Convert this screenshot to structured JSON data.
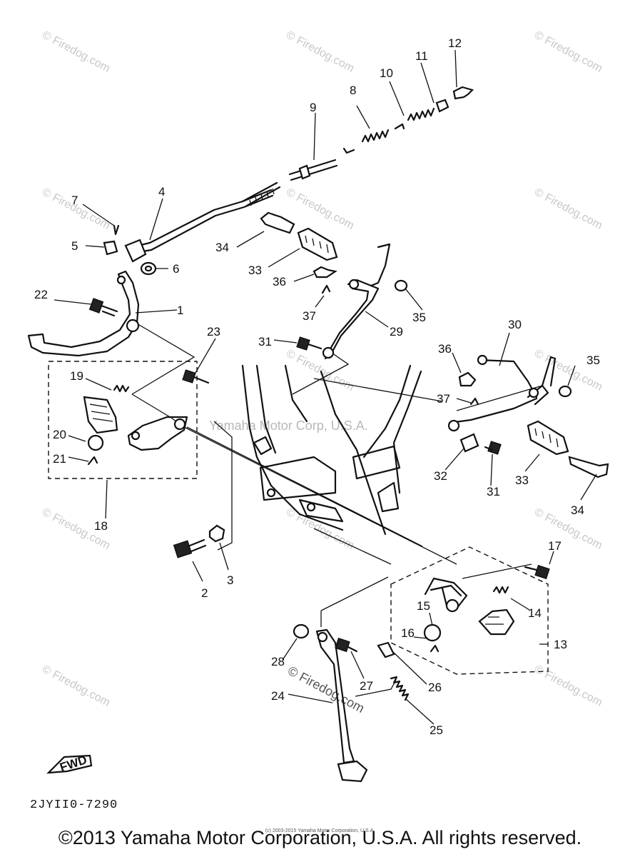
{
  "watermarks": {
    "site": "© Firedog.com",
    "center": "Yamaha Motor Corp, U.S.A.",
    "inline": "© Firedog.com"
  },
  "callouts": [
    {
      "id": "1",
      "text": "1"
    },
    {
      "id": "2",
      "text": "2"
    },
    {
      "id": "3",
      "text": "3"
    },
    {
      "id": "4",
      "text": "4"
    },
    {
      "id": "5",
      "text": "5"
    },
    {
      "id": "6",
      "text": "6"
    },
    {
      "id": "7",
      "text": "7"
    },
    {
      "id": "8",
      "text": "8"
    },
    {
      "id": "9",
      "text": "9"
    },
    {
      "id": "10",
      "text": "10"
    },
    {
      "id": "11",
      "text": "11"
    },
    {
      "id": "12",
      "text": "12"
    },
    {
      "id": "13",
      "text": "13"
    },
    {
      "id": "14",
      "text": "14"
    },
    {
      "id": "15",
      "text": "15"
    },
    {
      "id": "16",
      "text": "16"
    },
    {
      "id": "17",
      "text": "17"
    },
    {
      "id": "18",
      "text": "18"
    },
    {
      "id": "19",
      "text": "19"
    },
    {
      "id": "20",
      "text": "20"
    },
    {
      "id": "21",
      "text": "21"
    },
    {
      "id": "22",
      "text": "22"
    },
    {
      "id": "23",
      "text": "23"
    },
    {
      "id": "24",
      "text": "24"
    },
    {
      "id": "25",
      "text": "25"
    },
    {
      "id": "26",
      "text": "26"
    },
    {
      "id": "27",
      "text": "27"
    },
    {
      "id": "28",
      "text": "28"
    },
    {
      "id": "29",
      "text": "29"
    },
    {
      "id": "30",
      "text": "30"
    },
    {
      "id": "31a",
      "text": "31"
    },
    {
      "id": "31b",
      "text": "31"
    },
    {
      "id": "32",
      "text": "32"
    },
    {
      "id": "33a",
      "text": "33"
    },
    {
      "id": "33b",
      "text": "33"
    },
    {
      "id": "34a",
      "text": "34"
    },
    {
      "id": "34b",
      "text": "34"
    },
    {
      "id": "35a",
      "text": "35"
    },
    {
      "id": "35b",
      "text": "35"
    },
    {
      "id": "36a",
      "text": "36"
    },
    {
      "id": "36b",
      "text": "36"
    },
    {
      "id": "37a",
      "text": "37"
    },
    {
      "id": "37b",
      "text": "37"
    }
  ],
  "fwd_arrow_label": "FWD",
  "diagram_code": "2JYII0-7290",
  "tiny_copyright": "(c) 2003-2015 Yamaha Motor Corporation, U.S.A.",
  "copyright": "©2013 Yamaha Motor Corporation, U.S.A. All rights reserved."
}
